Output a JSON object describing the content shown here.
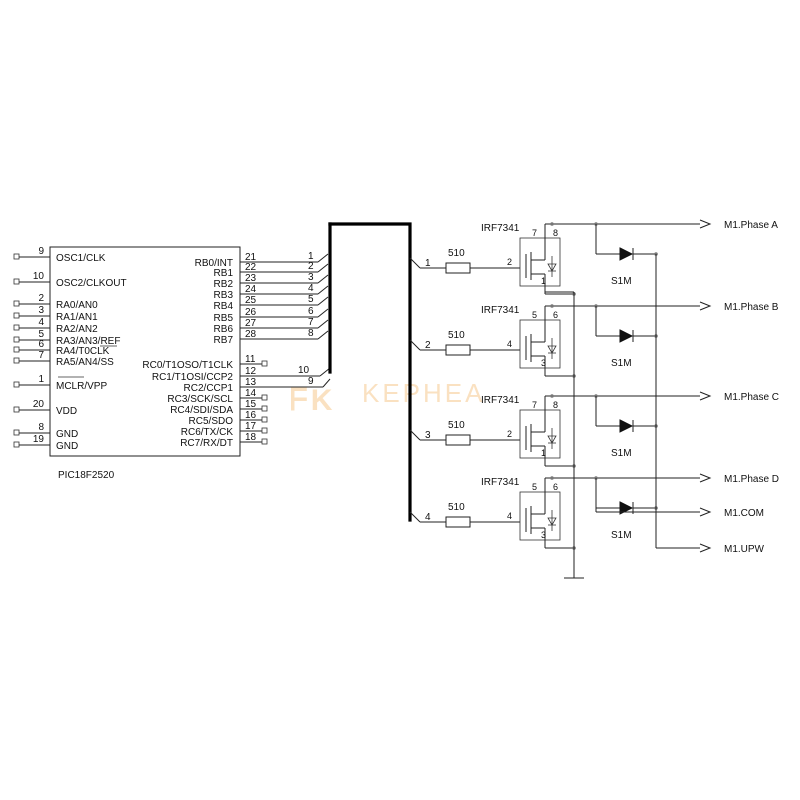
{
  "chip": {
    "name": "PIC18F2520",
    "left_pins": [
      {
        "num": "9",
        "label": "OSC1/CLK"
      },
      {
        "num": "10",
        "label": "OSC2/CLKOUT"
      },
      {
        "num": "2",
        "label": "RA0/AN0"
      },
      {
        "num": "3",
        "label": "RA1/AN1"
      },
      {
        "num": "4",
        "label": "RA2/AN2"
      },
      {
        "num": "5",
        "label": "RA3/AN3/REF"
      },
      {
        "num": "6",
        "label": "RA4/T0CLK"
      },
      {
        "num": "7",
        "label": "RA5/AN4/SS"
      },
      {
        "num": "1",
        "label": "MCLR/VPP"
      },
      {
        "num": "20",
        "label": "VDD"
      },
      {
        "num": "8",
        "label": "GND"
      },
      {
        "num": "19",
        "label": "GND"
      }
    ],
    "right_pins": [
      {
        "num": "21",
        "label": "RB0/INT",
        "bus": "1"
      },
      {
        "num": "22",
        "label": "RB1",
        "bus": "2"
      },
      {
        "num": "23",
        "label": "RB2",
        "bus": "3"
      },
      {
        "num": "24",
        "label": "RB3",
        "bus": "4"
      },
      {
        "num": "25",
        "label": "RB4",
        "bus": "5"
      },
      {
        "num": "26",
        "label": "RB5",
        "bus": "6"
      },
      {
        "num": "27",
        "label": "RB6",
        "bus": "7"
      },
      {
        "num": "28",
        "label": "RB7",
        "bus": "8"
      },
      {
        "num": "11",
        "label": "RC0/T1OSO/T1CLK",
        "bus": ""
      },
      {
        "num": "12",
        "label": "RC1/T1OSI/CCP2",
        "bus": "10"
      },
      {
        "num": "13",
        "label": "RC2/CCP1",
        "bus": "9"
      },
      {
        "num": "14",
        "label": "RC3/SCK/SCL",
        "bus": ""
      },
      {
        "num": "15",
        "label": "RC4/SDI/SDA",
        "bus": ""
      },
      {
        "num": "16",
        "label": "RC5/SDO",
        "bus": ""
      },
      {
        "num": "17",
        "label": "RC6/TX/CK",
        "bus": ""
      },
      {
        "num": "18",
        "label": "RC7/RX/DT",
        "bus": ""
      }
    ]
  },
  "stages": [
    {
      "bus": "1",
      "resistor": "510",
      "mosfet": "IRF7341",
      "gate": "2",
      "drain_a": "7",
      "drain_b": "8",
      "source": "1",
      "diode": "S1M"
    },
    {
      "bus": "2",
      "resistor": "510",
      "mosfet": "IRF7341",
      "gate": "4",
      "drain_a": "5",
      "drain_b": "6",
      "source": "3",
      "diode": "S1M"
    },
    {
      "bus": "3",
      "resistor": "510",
      "mosfet": "IRF7341",
      "gate": "2",
      "drain_a": "7",
      "drain_b": "8",
      "source": "1",
      "diode": "S1M"
    },
    {
      "bus": "4",
      "resistor": "510",
      "mosfet": "IRF7341",
      "gate": "4",
      "drain_a": "5",
      "drain_b": "6",
      "source": "3",
      "diode": "S1M"
    }
  ],
  "outputs": [
    "M1.Phase A",
    "M1.Phase B",
    "M1.Phase C",
    "M1.Phase D",
    "M1.COM",
    "M1.UPW"
  ],
  "watermark": "KEPHEA"
}
